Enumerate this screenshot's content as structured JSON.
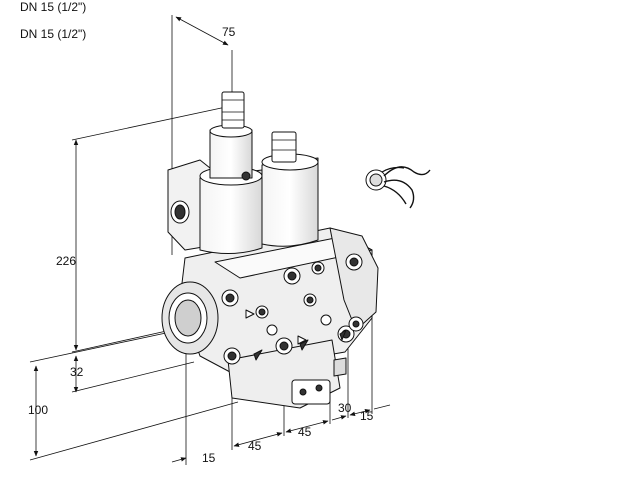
{
  "header": {
    "line1": "DN 15 (1/2\")",
    "line2": "DN 15 (1/2\")"
  },
  "dimensions": {
    "top_width": "75",
    "height_total": "226",
    "base_offset": "32",
    "base_height": "100",
    "front_offset": "15",
    "pitch_left": "45",
    "pitch_right": "45",
    "depth_inner": "30",
    "depth_outer": "15"
  }
}
